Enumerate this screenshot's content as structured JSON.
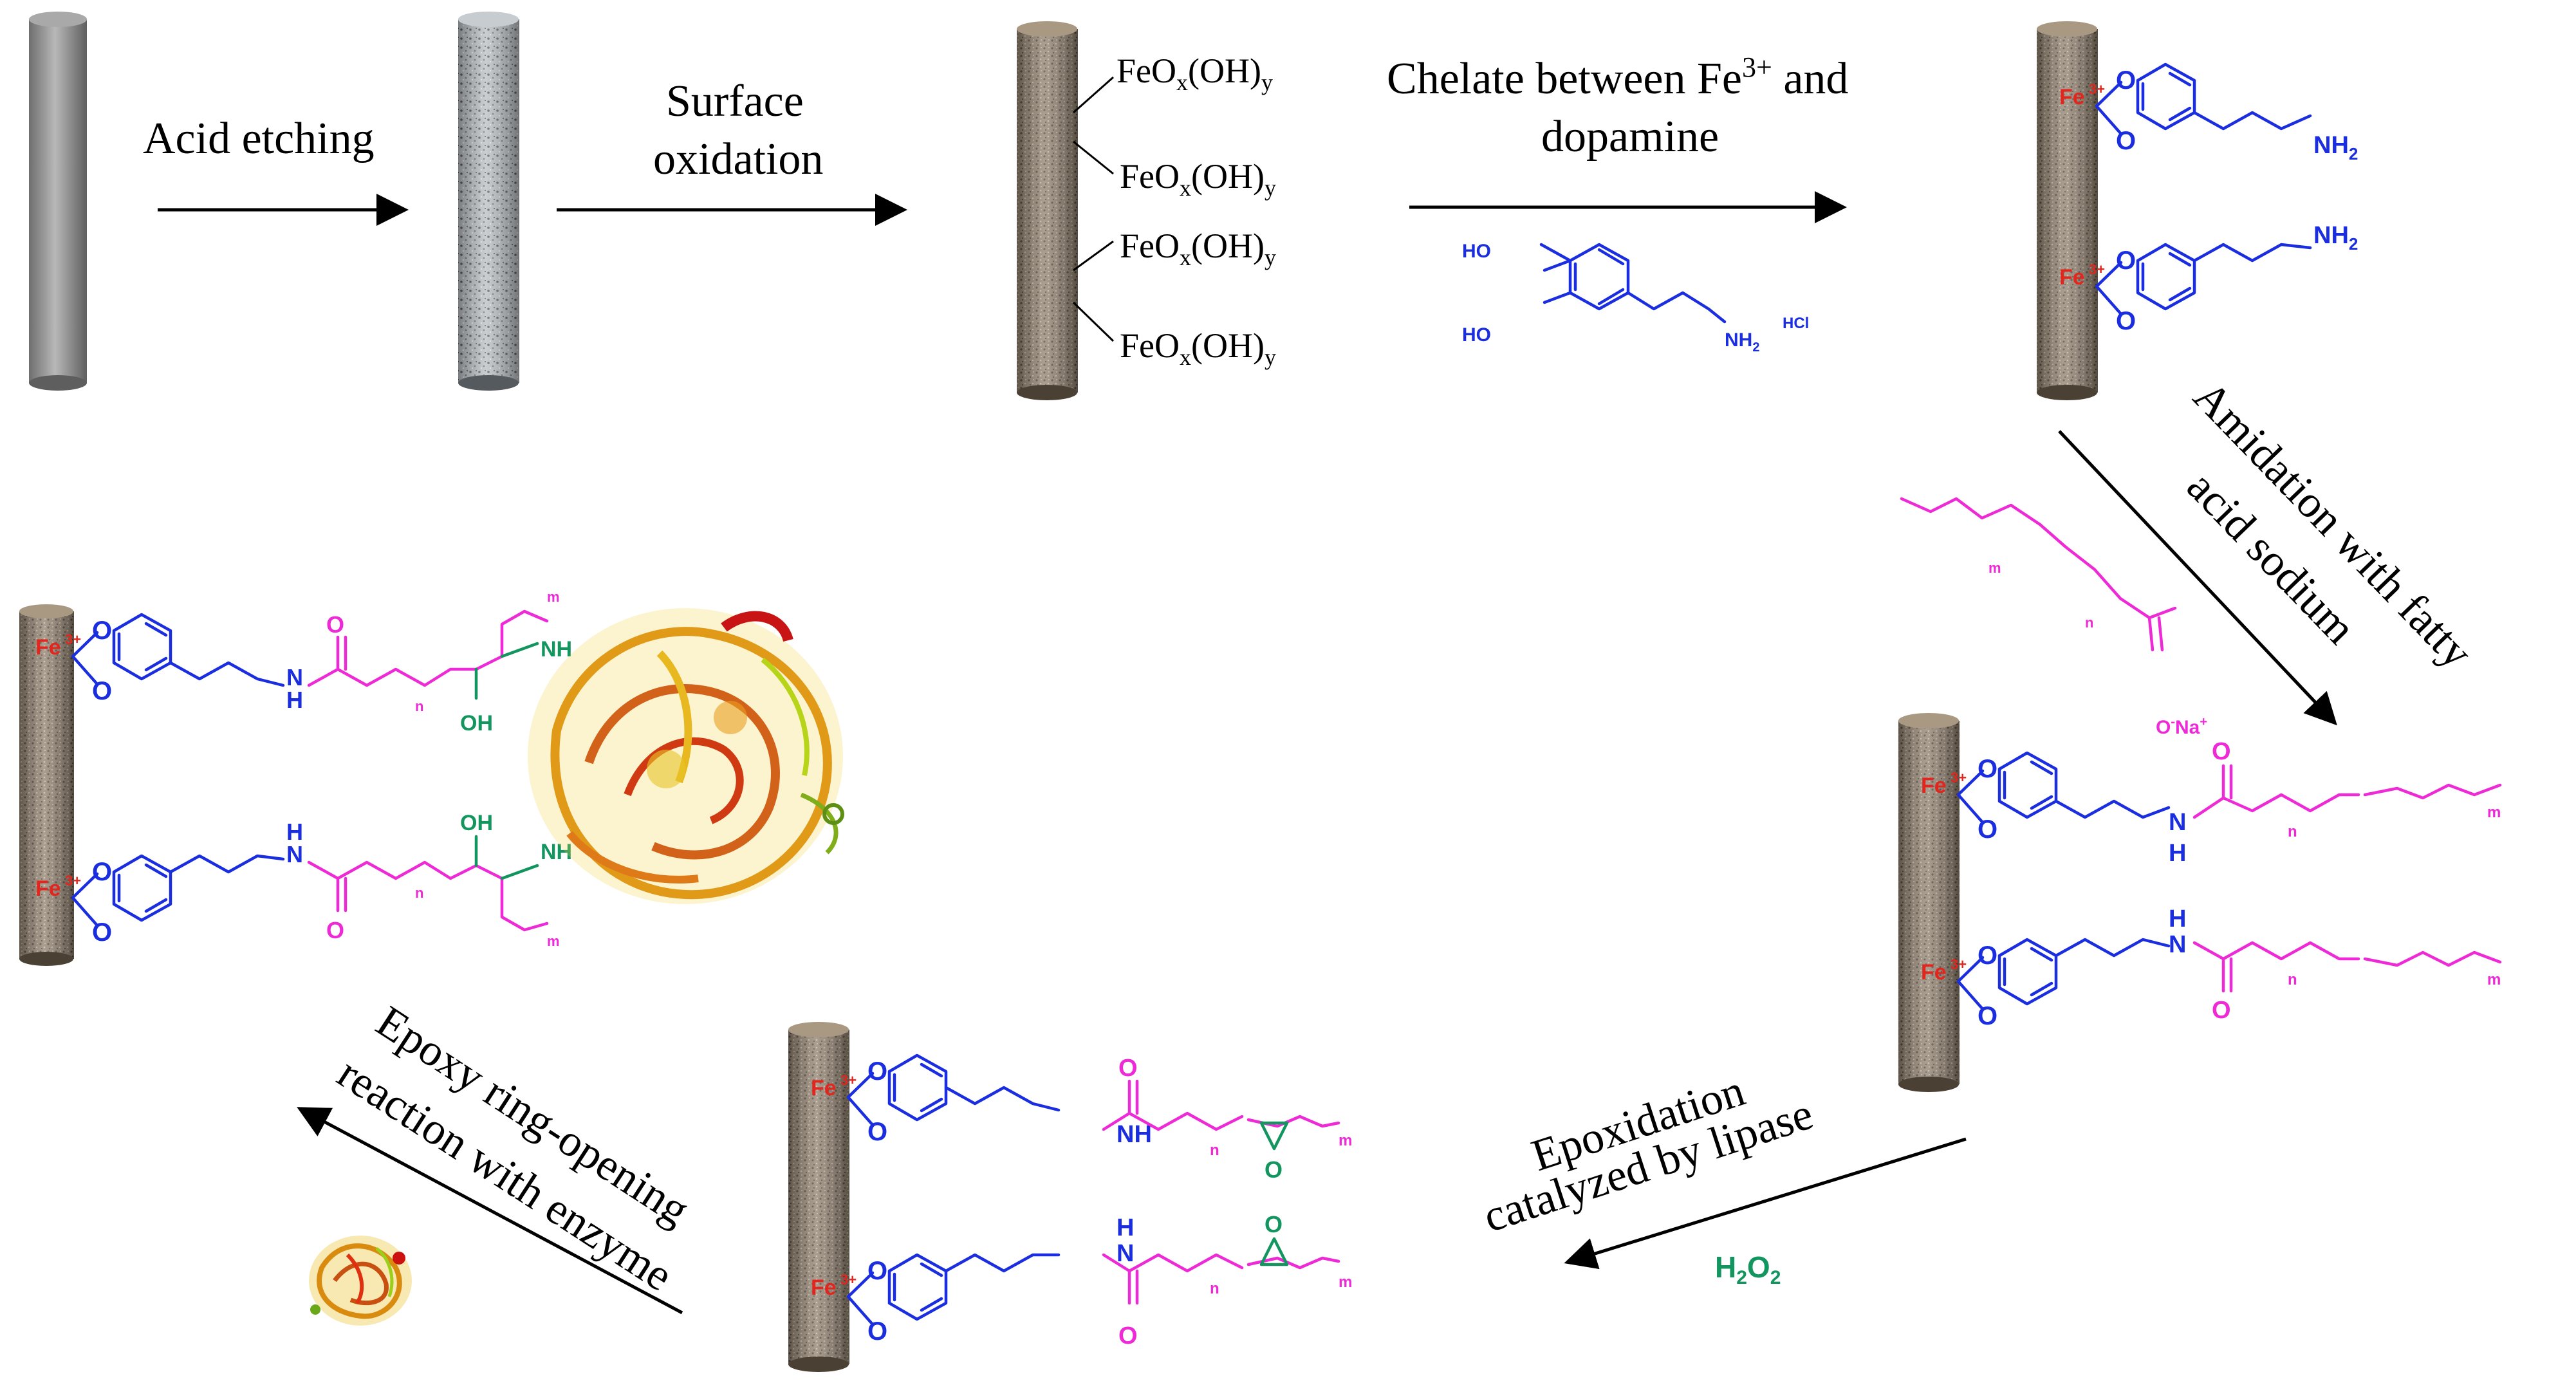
{
  "steps": {
    "acid_etching": "Acid etching",
    "surface_oxidation_1": "Surface",
    "surface_oxidation_2": "oxidation",
    "chelate_1": "Chelate between Fe",
    "chelate_sup": "3+",
    "chelate_2": " and",
    "chelate_3": "dopamine",
    "amidation_1": "Amidation with fatty",
    "amidation_2": "acid sodium",
    "epoxidation_1": "Epoxidation",
    "epoxidation_2": "catalyzed by lipase",
    "ring_opening_1": "Epoxy ring-opening",
    "ring_opening_2": "reaction with enzyme"
  },
  "oxide_label": {
    "base": "FeO",
    "sub_x": "x",
    "mid": "(OH)",
    "sub_y": "y"
  },
  "reagents": {
    "h2o2_main": "H",
    "h2o2_sub1": "2",
    "h2o2_o": "O",
    "h2o2_sub2": "2",
    "hcl": "HCl",
    "ho": "HO",
    "nh2": "NH",
    "nh2_sub": "2",
    "sodium_o": "O",
    "sodium_sup": "-",
    "sodium_na": "Na",
    "sodium_na_sup": "+"
  },
  "atoms": {
    "fe": "Fe",
    "fe_charge": "3+",
    "o": "O",
    "nh": "NH",
    "h": "H",
    "n": "N",
    "oh": "OH",
    "index_n": "n",
    "index_m": "m"
  },
  "colors": {
    "rod_plain": "#8c8c8c",
    "rod_etched": "#a9adb0",
    "rod_oxidized": "#8b7a66",
    "dopamine": "#1a2ee0",
    "fatty_chain": "#ee2ad6",
    "linkage": "#13955f",
    "iron": "#e2261e"
  }
}
